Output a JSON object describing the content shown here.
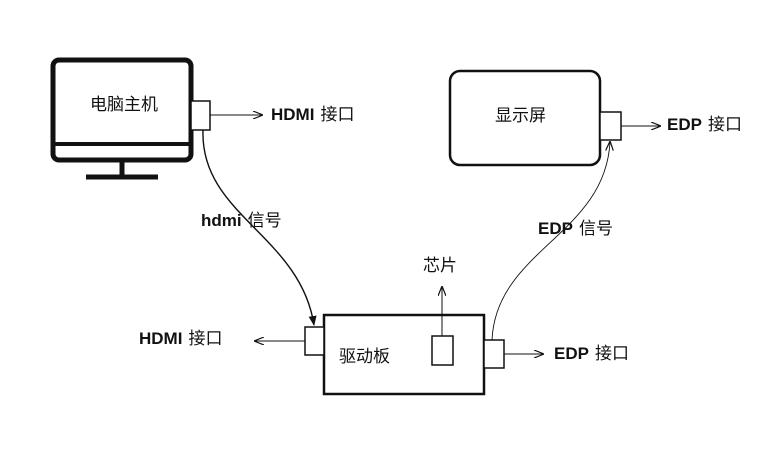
{
  "labels": {
    "computer": "电脑主机",
    "display": "显示屏",
    "driver_board": "驱动板",
    "chip": "芯片",
    "pc_hdmi_port": {
      "en": "HDMI",
      "zh": "接口"
    },
    "display_edp_port": {
      "en": "EDP",
      "zh": "接口"
    },
    "board_hdmi_port": {
      "en": "HDMI",
      "zh": "接口"
    },
    "board_edp_port": {
      "en": "EDP",
      "zh": "接口"
    },
    "hdmi_signal": {
      "en": "hdmi",
      "zh": "信号"
    },
    "edp_signal": {
      "en": "EDP",
      "zh": "信号"
    }
  },
  "colors": {
    "line": "#111111",
    "background": "#ffffff"
  }
}
